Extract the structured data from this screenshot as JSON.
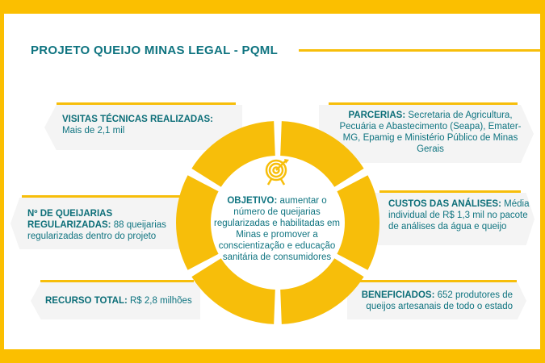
{
  "title": "PROJETO QUEIJO MINAS LEGAL - PQML",
  "colors": {
    "border": "#FBBF00",
    "ring": "#F7BE0A",
    "teal": "#0F7480",
    "panel": "#F4F4F4"
  },
  "center": {
    "icon": "target-icon",
    "label": "OBJETIVO:",
    "text": "aumentar o número de queijarias regularizadas e habilitadas em Minas e promover a conscientização e educação sanitária de consumidores"
  },
  "panels": {
    "visitas": {
      "label": "VISITAS TÉCNICAS REALIZADAS:",
      "text": "Mais de 2,1 mil"
    },
    "parcerias": {
      "label": "PARCERIAS:",
      "text": "Secretaria de Agricultura, Pecuária e Abastecimento (Seapa), Emater-MG, Epamig e Ministério Público de Minas Gerais"
    },
    "queijarias": {
      "label": "Nº DE QUEIJARIAS REGULARIZADAS:",
      "text": "88 queijarias regularizadas dentro do projeto"
    },
    "custos": {
      "label": "CUSTOS DAS ANÁLISES:",
      "text": "Média individual de R$ 1,3 mil no pacote de análises da água e queijo"
    },
    "recurso": {
      "label": "RECURSO TOTAL:",
      "text": "R$ 2,8 milhões"
    },
    "beneficiados": {
      "label": "BENEFICIADOS:",
      "text": "652 produtores de queijos artesanais de todo o estado"
    }
  }
}
